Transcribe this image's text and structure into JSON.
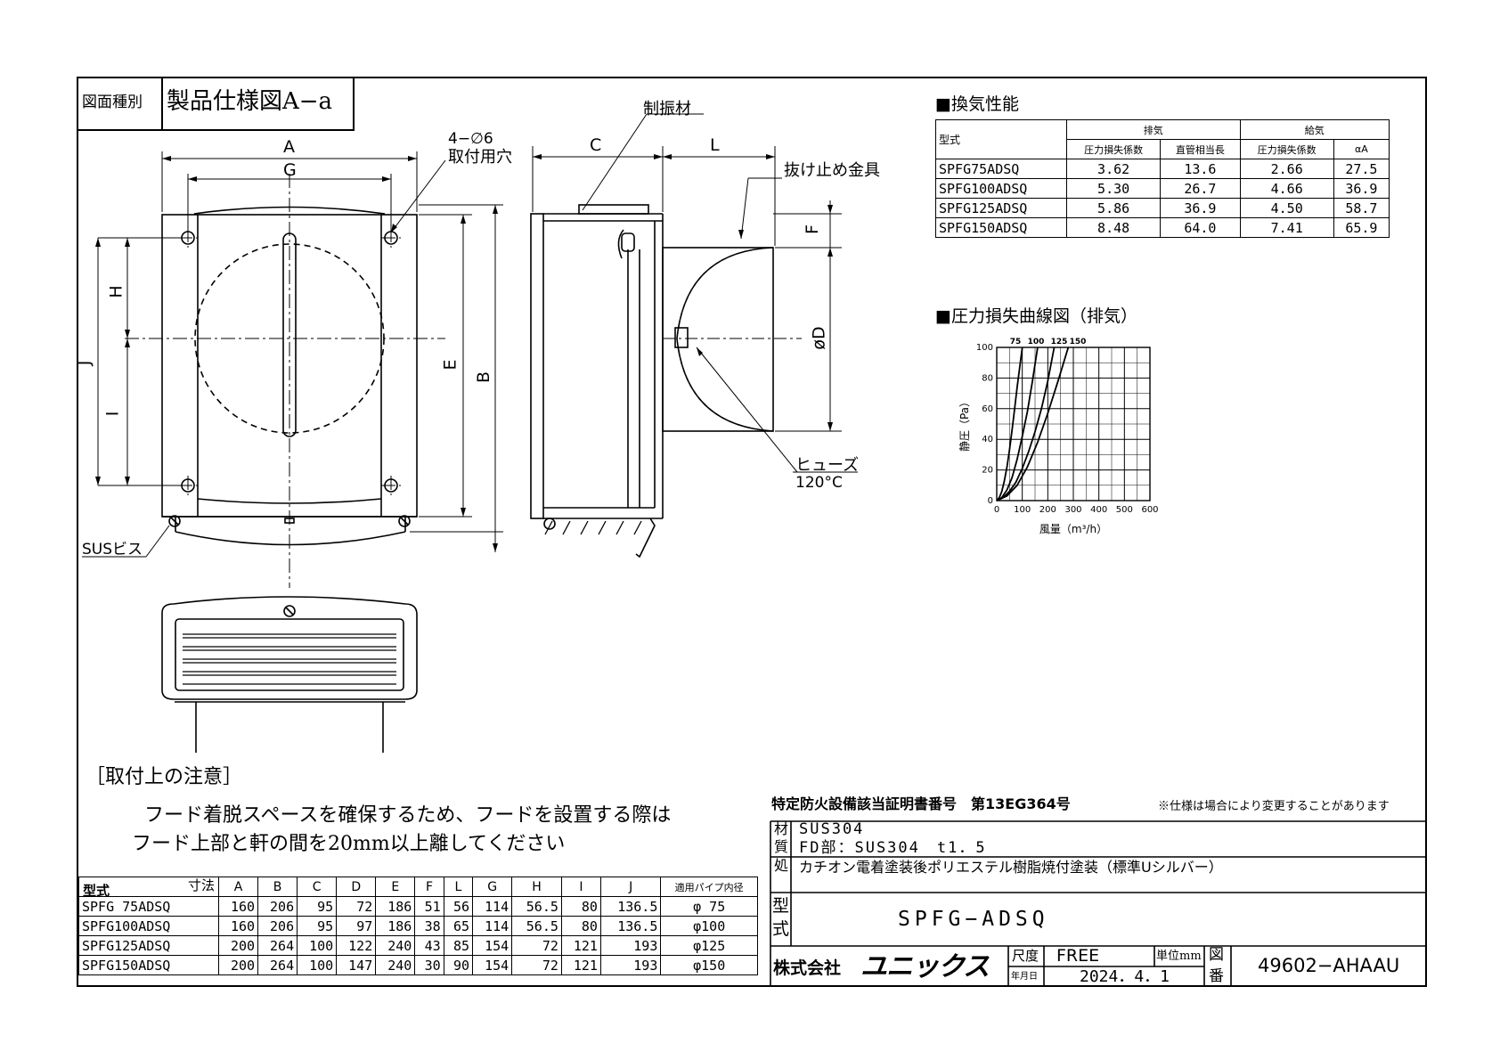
{
  "header": {
    "type_label": "図面種別",
    "type_value": "製品仕様図A−a"
  },
  "front_view": {
    "dim_a": "A",
    "dim_g": "G",
    "dim_h": "H",
    "dim_i": "I",
    "dim_j": "J",
    "dim_e": "E",
    "dim_b": "B",
    "hole_note_1": "4−∅6",
    "hole_note_2": "取付用穴",
    "screw_note": "SUSビス"
  },
  "side_view": {
    "dim_c": "C",
    "dim_l": "L",
    "dim_f": "F",
    "dim_d": "øD",
    "damper_note": "制振材",
    "stopper_note": "抜け止め金具",
    "fuse_note": "ヒューズ",
    "fuse_temp": "120°C"
  },
  "performance": {
    "section_title": "■換気性能",
    "col_model": "型式",
    "col_exhaust": "排気",
    "col_supply": "給気",
    "sub_loss": "圧力損失係数",
    "sub_length": "直管相当長",
    "sub_supply_loss": "圧力損失係数",
    "sub_alpha": "αA",
    "rows": [
      [
        "SPFG75ADSQ",
        "3.62",
        "13.6",
        "2.66",
        "27.5"
      ],
      [
        "SPFG100ADSQ",
        "5.30",
        "26.7",
        "4.66",
        "36.9"
      ],
      [
        "SPFG125ADSQ",
        "5.86",
        "36.9",
        "4.50",
        "58.7"
      ],
      [
        "SPFG150ADSQ",
        "8.48",
        "64.0",
        "7.41",
        "65.9"
      ]
    ]
  },
  "curve_title": "■圧力損失曲線図（排気）",
  "chart_data": {
    "type": "line",
    "title": "■圧力損失曲線図（排気）",
    "xlabel": "風量（m³/h）",
    "ylabel": "静圧（Pa）",
    "xlim": [
      0,
      600
    ],
    "ylim": [
      0,
      100
    ],
    "x_ticks": [
      "0",
      "100",
      "200",
      "300",
      "400",
      "500",
      "600"
    ],
    "y_ticks": [
      "0",
      "20",
      "40",
      "60",
      "80",
      "100"
    ],
    "curve_labels": [
      "75",
      "100",
      "125",
      "150"
    ],
    "series": [
      {
        "name": "75",
        "x": [
          0,
          10,
          20,
          30,
          40,
          50,
          60,
          70,
          80,
          90,
          100
        ],
        "y": [
          0,
          2,
          6,
          13,
          22,
          33,
          46,
          60,
          74,
          87,
          100
        ]
      },
      {
        "name": "100",
        "x": [
          0,
          20,
          40,
          60,
          80,
          100,
          120,
          140,
          160
        ],
        "y": [
          0,
          2,
          7,
          15,
          27,
          42,
          58,
          78,
          100
        ]
      },
      {
        "name": "125",
        "x": [
          0,
          25,
          50,
          75,
          100,
          125,
          150,
          175,
          200,
          225
        ],
        "y": [
          0,
          2,
          6,
          12,
          21,
          32,
          45,
          60,
          78,
          100
        ]
      },
      {
        "name": "150",
        "x": [
          0,
          40,
          80,
          120,
          160,
          200,
          240,
          280
        ],
        "y": [
          0,
          3,
          10,
          22,
          38,
          57,
          78,
          100
        ]
      }
    ]
  },
  "notes": {
    "title": "［取付上の注意］",
    "line1": "フード着脱スペースを確保するため、フードを設置する際は",
    "line2": "フード上部と軒の間を20mm以上離してください"
  },
  "dimensions": {
    "corner_type": "型式",
    "corner_dim": "寸法",
    "cols": [
      "A",
      "B",
      "C",
      "D",
      "E",
      "F",
      "L",
      "G",
      "H",
      "I",
      "J"
    ],
    "pipe_col": "適用パイプ内径",
    "rows": [
      [
        "SPFG 75ADSQ",
        "160",
        "206",
        "95",
        "72",
        "186",
        "51",
        "56",
        "114",
        "56.5",
        "80",
        "136.5",
        "φ 75"
      ],
      [
        "SPFG100ADSQ",
        "160",
        "206",
        "95",
        "97",
        "186",
        "38",
        "65",
        "114",
        "56.5",
        "80",
        "136.5",
        "φ100"
      ],
      [
        "SPFG125ADSQ",
        "200",
        "264",
        "100",
        "122",
        "240",
        "43",
        "85",
        "154",
        "72",
        "121",
        "193",
        "φ125"
      ],
      [
        "SPFG150ADSQ",
        "200",
        "264",
        "100",
        "147",
        "240",
        "30",
        "90",
        "154",
        "72",
        "121",
        "193",
        "φ150"
      ]
    ]
  },
  "certificate": "特定防火設備該当証明書番号　第13EG364号",
  "spec_notice": "※仕様は場合により変更することがあります",
  "title_block": {
    "material_label_1": "材",
    "material_label_2": "質",
    "material_1": "SUS304",
    "material_2": "FD部：SUS304　t1．5",
    "finish_label": "処",
    "finish_value": "カチオン電着塗装後ポリエステル樹脂焼付塗装（標準Uシルバー）",
    "model_label_1": "型",
    "model_label_2": "式",
    "model_value": "SPFG−ADSQ",
    "company": "株式会社",
    "brand": "ユニックス",
    "scale_label": "尺度",
    "scale_value": "FREE",
    "unit_label": "単位mm",
    "date_label": "年月日",
    "date_value": "2024．4．1",
    "drawing_label_1": "図",
    "drawing_label_2": "番",
    "drawing_no": "49602−AHAAU"
  }
}
